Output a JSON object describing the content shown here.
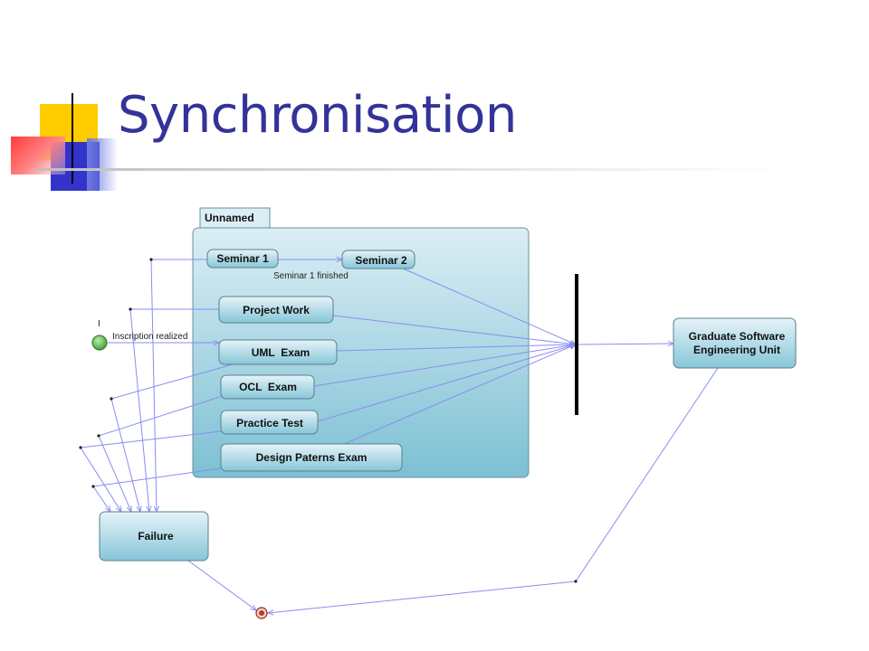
{
  "slide": {
    "title": "Synchronisation"
  },
  "diagram": {
    "package_label": "Unnamed",
    "nodes": {
      "seminar1": "Seminar 1",
      "seminar2": "Seminar 2",
      "project_work": "Project Work",
      "uml_exam": "UML  Exam",
      "ocl_exam": "OCL  Exam",
      "practice_test": "Practice Test",
      "design_patterns_exam": "Design Paterns Exam",
      "graduate_line1": "Graduate Software",
      "graduate_line2": "Engineering Unit",
      "failure": "Failure"
    },
    "edge_labels": {
      "seminar1_finished": "Seminar 1 finished",
      "inscription_realized": "Inscription realized",
      "initial_marker": "I"
    },
    "colors": {
      "title": "#333399",
      "edge": "#8a8cf0",
      "node_fill_top": "#e6f3f8",
      "node_fill_bottom": "#7fc2d6",
      "initial_node": "#5cbf4a",
      "final_node": "#c0392b"
    }
  }
}
